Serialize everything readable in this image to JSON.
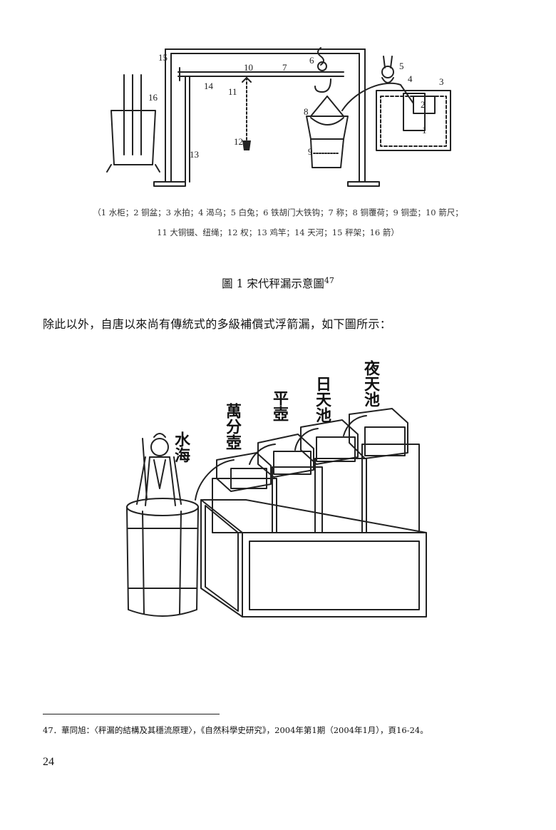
{
  "figure1": {
    "part_numbers": [
      "1",
      "2",
      "3",
      "4",
      "5",
      "6",
      "7",
      "8",
      "9",
      "10",
      "11",
      "12",
      "13",
      "14",
      "15",
      "16"
    ],
    "legend_line1": "（1 水柜；2 铜盆；3 水拍；4 渴乌；5 白兔；6 铁胡门大铁钩；7 称；8 铜覆荷；9 铜壶；10 箭尺；",
    "legend_line2": "11 大铜镊、纽绳；12 权；13 鸡竿；14 天河；15 秤架；16 箭）",
    "caption": "圖 1 宋代秤漏示意圖",
    "caption_ref": "47"
  },
  "body_text": "除此以外，自唐以來尚有傳統式的多級補償式浮箭漏，如下圖所示：",
  "figure2": {
    "labels": {
      "shuihai": "水海",
      "wanfenhu": "萬分壺",
      "pinghu": "平壺",
      "ritianchi": "日天池",
      "yetianchi": "夜天池"
    }
  },
  "footnote": "47．華同旭：〈秤漏的結構及其穩流原理〉，《自然科學史研究》，2004年第1期（2004年1月），頁16-24。",
  "page_number": "24"
}
